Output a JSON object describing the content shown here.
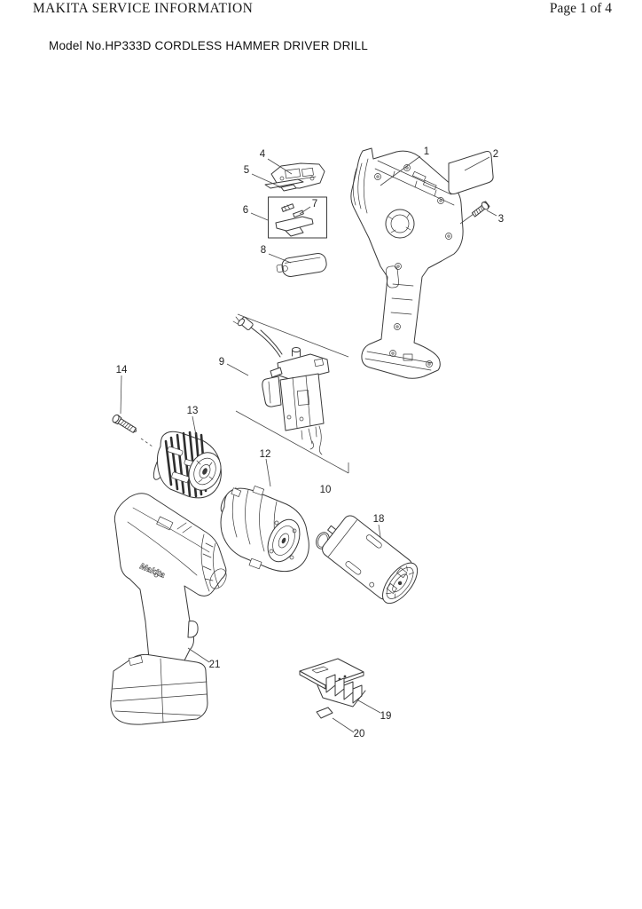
{
  "header": {
    "title": "MAKITA SERVICE INFORMATION",
    "page_indicator": "Page 1 of 4"
  },
  "subtitle": {
    "model_line": "Model No.HP333D CORDLESS HAMMER DRIVER DRILL"
  },
  "diagram": {
    "brand_text": "Makita",
    "callouts": [
      "1",
      "2",
      "3",
      "4",
      "5",
      "6",
      "7",
      "8",
      "9",
      "10",
      "12",
      "13",
      "14",
      "18",
      "19",
      "20",
      "21"
    ]
  }
}
